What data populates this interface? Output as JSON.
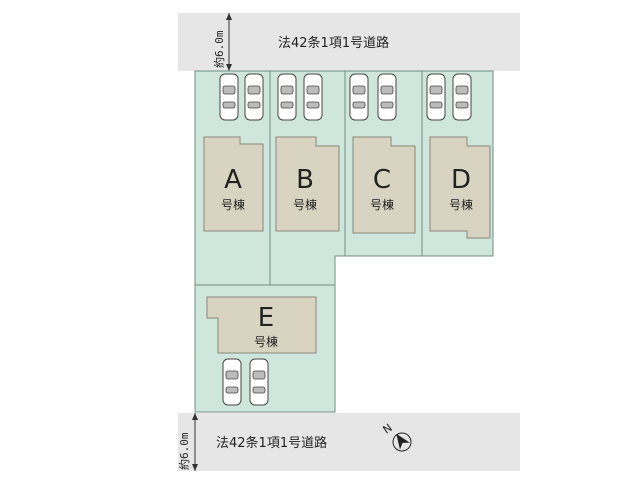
{
  "roads": {
    "top": {
      "label": "法42条1項1号道路",
      "width_label": "約6.0m"
    },
    "bottom": {
      "label": "法42条1項1号道路",
      "width_label": "約6.0m"
    }
  },
  "lots": [
    {
      "id": "A",
      "letter": "A",
      "sub": "号棟"
    },
    {
      "id": "B",
      "letter": "B",
      "sub": "号棟"
    },
    {
      "id": "C",
      "letter": "C",
      "sub": "号棟"
    },
    {
      "id": "D",
      "letter": "D",
      "sub": "号棟"
    },
    {
      "id": "E",
      "letter": "E",
      "sub": "号棟"
    }
  ],
  "north_label": "N",
  "colors": {
    "road": "#e6e6e6",
    "lot_fill": "#cfe6dd",
    "lot_line": "#6f8f84",
    "building": "#d9d4c2",
    "building_line": "#8b8678",
    "car": "#ffffff"
  }
}
